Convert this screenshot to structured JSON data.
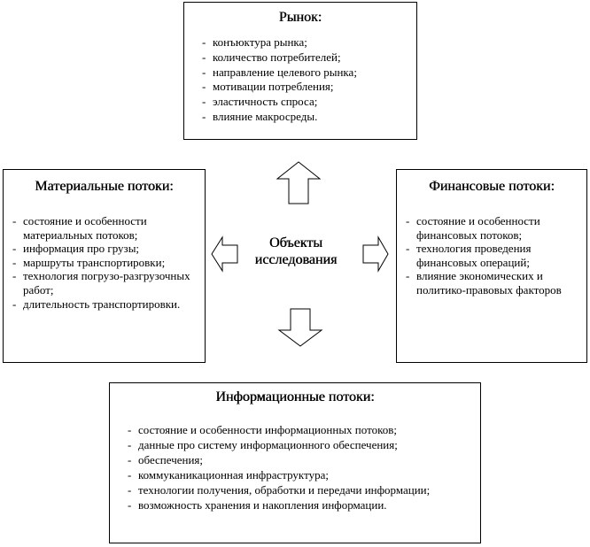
{
  "center": {
    "line1": "Объекты",
    "line2": "исследования"
  },
  "market": {
    "title": "Рынок:",
    "items": [
      "конъюктура рынка;",
      "количество потребителей;",
      "направление целевого рынка;",
      "мотивации потребления;",
      "эластичность спроса;",
      "влияние макросреды."
    ]
  },
  "material": {
    "title": "Материальные потоки:",
    "items": [
      "состояние и особенности материальных потоков;",
      "информация про грузы;",
      "маршруты транспортировки;",
      "технология погрузо-разгрузочных работ;",
      "длительность транспортировки."
    ]
  },
  "financial": {
    "title": "Финансовые потоки:",
    "items": [
      "состояние и особенности финансовых потоков;",
      "технология проведения финансовых операций;",
      "влияние экономических и политико-правовых факторов"
    ]
  },
  "information": {
    "title": "Информационные потоки:",
    "items": [
      "состояние и особенности информационных потоков;",
      "данные про систему информационного обеспечения;",
      "обеспечения;",
      "коммуканикационная инфраструктура;",
      "технологии получения, обработки и передачи информации;",
      "возможность хранения и накопления информации."
    ]
  }
}
